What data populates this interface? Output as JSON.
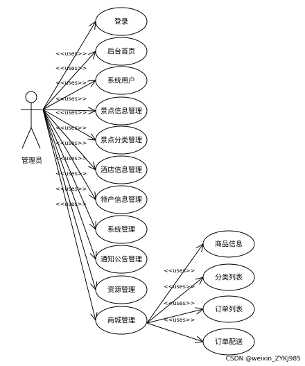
{
  "actor": {
    "label": "管理员",
    "icon": "stick-figure-actor-icon"
  },
  "relation_label": "<<uses>>",
  "use_cases": [
    {
      "label": "登录"
    },
    {
      "label": "后台首页"
    },
    {
      "label": "系统用户"
    },
    {
      "label": "景点信息管理"
    },
    {
      "label": "景点分类管理"
    },
    {
      "label": "酒店信息管理"
    },
    {
      "label": "特产信息管理"
    },
    {
      "label": "系统管理"
    },
    {
      "label": "通知公告管理"
    },
    {
      "label": "资源管理"
    },
    {
      "label": "商城管理"
    }
  ],
  "sub_use_cases": [
    {
      "label": "商品信息"
    },
    {
      "label": "分类列表"
    },
    {
      "label": "订单列表"
    },
    {
      "label": "订单配送"
    }
  ],
  "watermark": "CSDN @weixin_ZYKJ985"
}
